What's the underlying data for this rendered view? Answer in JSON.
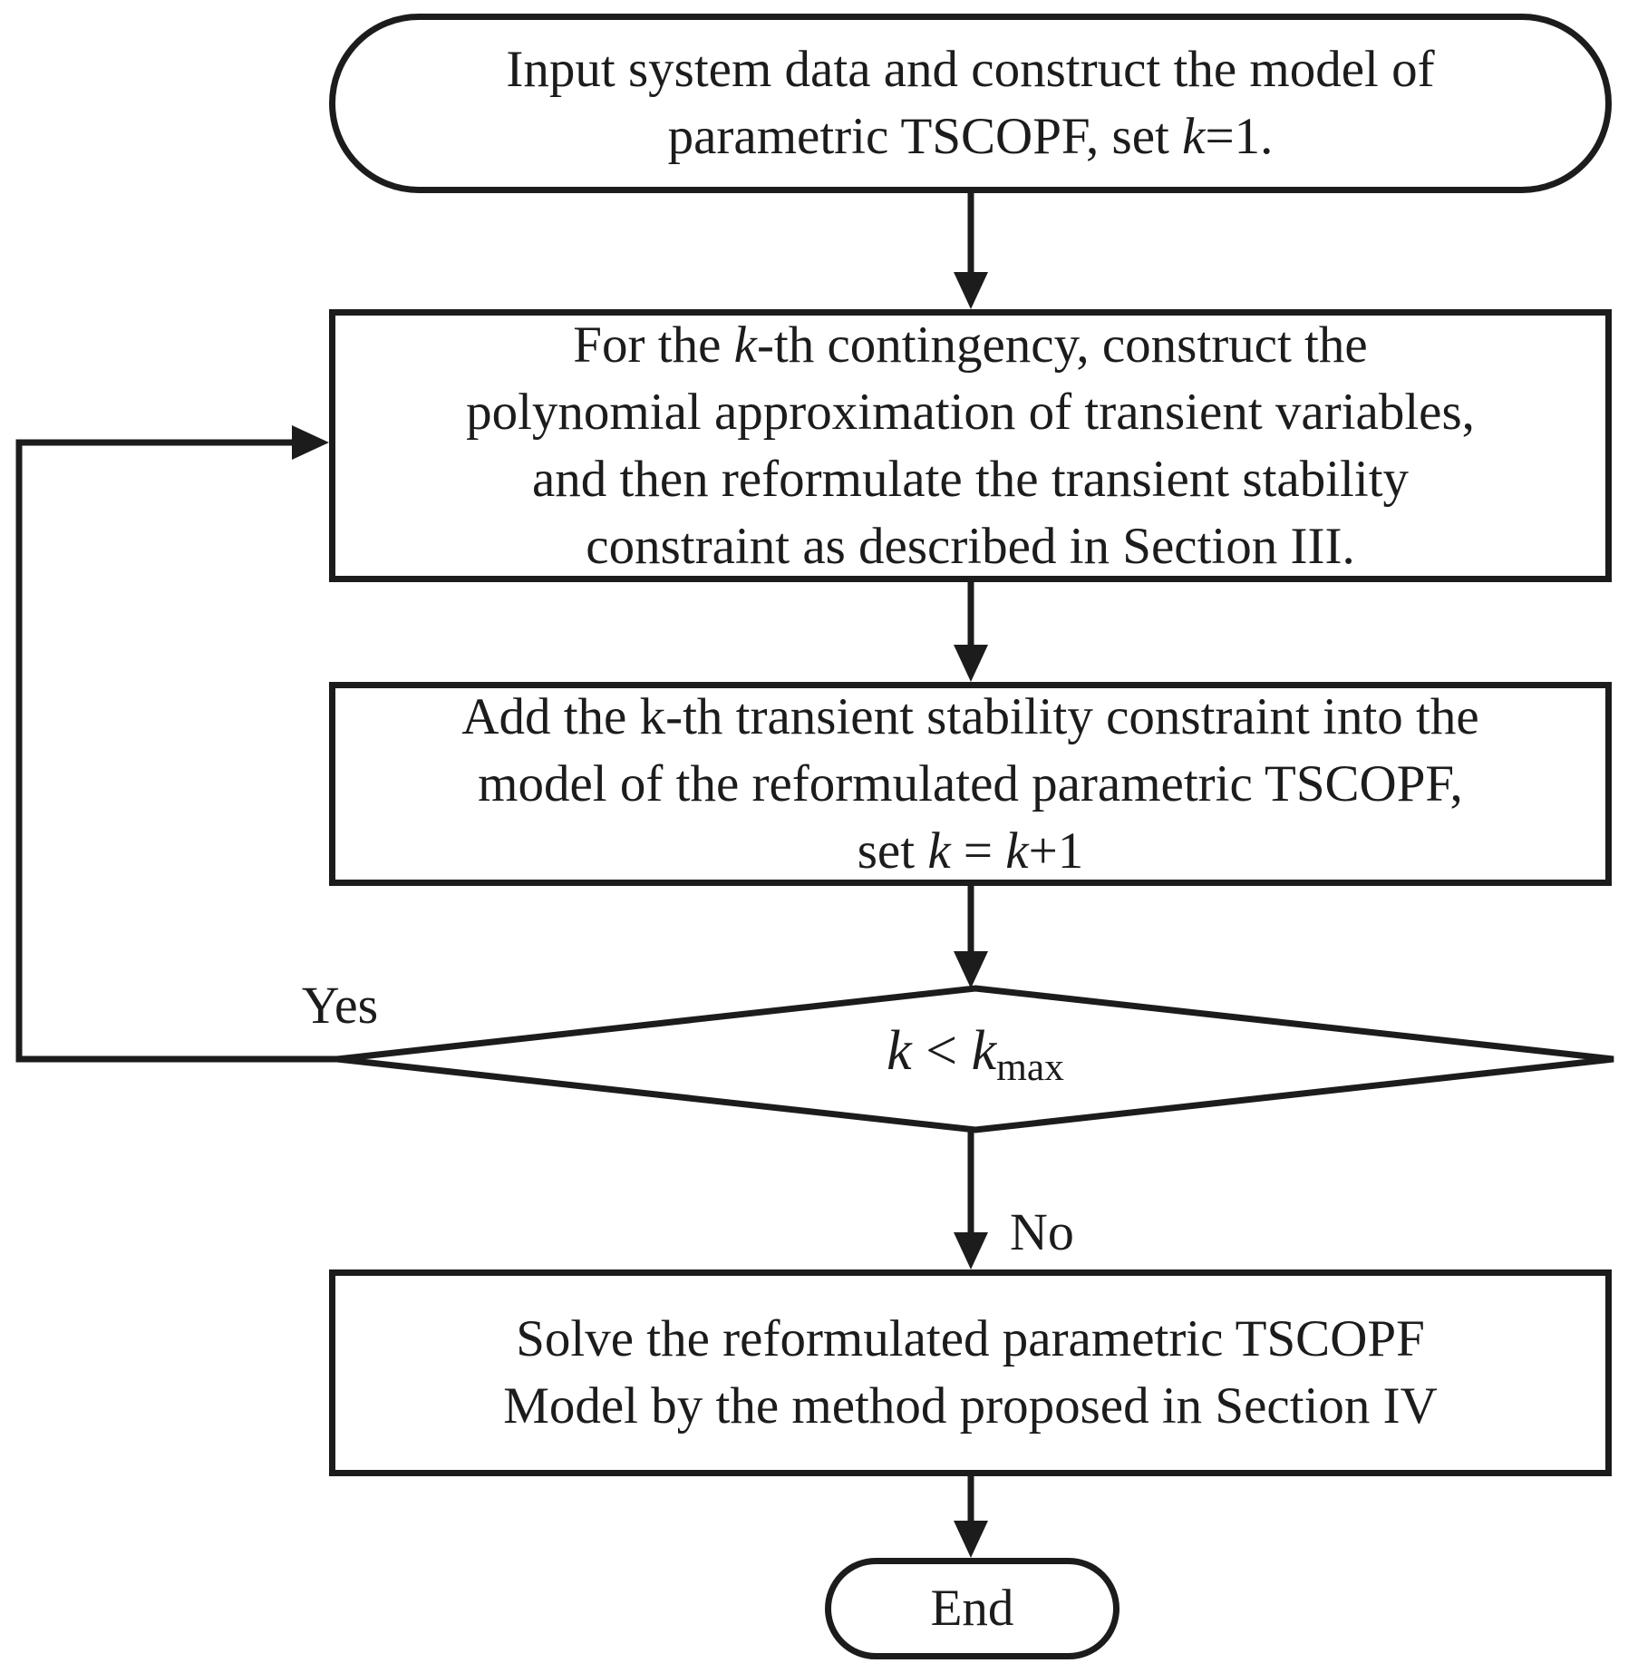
{
  "flowchart": {
    "ink_color": "#1c1c1c",
    "labels": {
      "yes": "Yes",
      "no": "No"
    },
    "nodes": {
      "start": {
        "shape": "terminator",
        "lines": [
          [
            {
              "t": "Input system data and construct the model of"
            }
          ],
          [
            {
              "t": "parametric TSCOPF, set "
            },
            {
              "t": "k",
              "i": true
            },
            {
              "t": "=1."
            }
          ]
        ]
      },
      "construct": {
        "shape": "process",
        "lines": [
          [
            {
              "t": "For the "
            },
            {
              "t": "k",
              "i": true
            },
            {
              "t": "-th contingency, construct the"
            }
          ],
          [
            {
              "t": "polynomial approximation of transient variables,"
            }
          ],
          [
            {
              "t": "and then reformulate the transient stability"
            }
          ],
          [
            {
              "t": "constraint as described in Section III."
            }
          ]
        ]
      },
      "add": {
        "shape": "process",
        "lines": [
          [
            {
              "t": "Add the k-th transient stability constraint into the"
            }
          ],
          [
            {
              "t": "model of the reformulated parametric TSCOPF,"
            }
          ],
          [
            {
              "t": "set "
            },
            {
              "t": "k",
              "i": true
            },
            {
              "t": " = "
            },
            {
              "t": "k",
              "i": true
            },
            {
              "t": "+1"
            }
          ]
        ]
      },
      "decision": {
        "shape": "diamond",
        "lines": [
          [
            {
              "t": "k",
              "i": true
            },
            {
              "t": " < "
            },
            {
              "t": "k",
              "i": true
            },
            {
              "t": "max",
              "sub": true
            }
          ]
        ]
      },
      "solve": {
        "shape": "process",
        "lines": [
          [
            {
              "t": "Solve the reformulated parametric TSCOPF"
            }
          ],
          [
            {
              "t": "Model by the method proposed in Section IV"
            }
          ]
        ]
      },
      "end": {
        "shape": "terminator",
        "lines": [
          [
            {
              "t": "End"
            }
          ]
        ]
      }
    }
  }
}
